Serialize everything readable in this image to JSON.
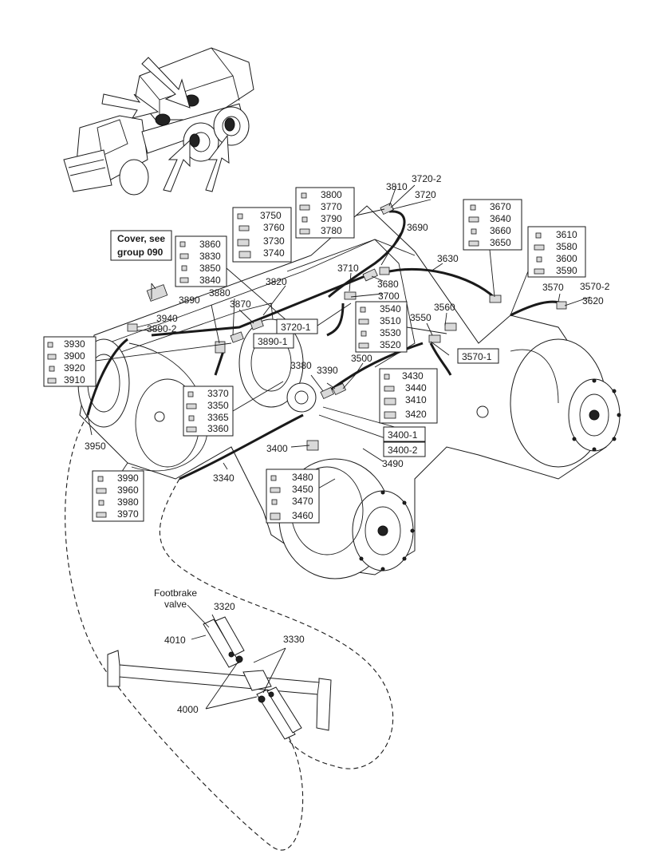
{
  "notes": {
    "cover_line1": "Cover, see",
    "cover_line2": "group 090",
    "footbrake_line1": "Footbrake",
    "footbrake_line2": "valve"
  },
  "callouts": {
    "c3930": "3930",
    "c3900": "3900",
    "c3920": "3920",
    "c3910": "3910",
    "c3860": "3860",
    "c3830": "3830",
    "c3850": "3850",
    "c3840": "3840",
    "c3750": "3750",
    "c3760": "3760",
    "c3730": "3730",
    "c3740": "3740",
    "c3800": "3800",
    "c3770": "3770",
    "c3790": "3790",
    "c3780": "3780",
    "c3670": "3670",
    "c3640": "3640",
    "c3660": "3660",
    "c3650": "3650",
    "c3610": "3610",
    "c3580": "3580",
    "c3600": "3600",
    "c3590": "3590",
    "c3540": "3540",
    "c3510": "3510",
    "c3530": "3530",
    "c3520": "3520",
    "c3430": "3430",
    "c3440": "3440",
    "c3410": "3410",
    "c3420": "3420",
    "c3370": "3370",
    "c3350": "3350",
    "c3365": "3365",
    "c3360": "3360",
    "c3990": "3990",
    "c3960": "3960",
    "c3980": "3980",
    "c3970": "3970",
    "c3480": "3480",
    "c3450": "3450",
    "c3470": "3470",
    "c3460": "3460",
    "c3720_1": "3720-1",
    "c3890_1": "3890-1",
    "c3570_1": "3570-1",
    "c3400_1": "3400-1",
    "c3400_2": "3400-2",
    "c3810": "3810",
    "c3720_2": "3720-2",
    "c3720": "3720",
    "c3690": "3690",
    "c3630": "3630",
    "c3680": "3680",
    "c3710": "3710",
    "c3700": "3700",
    "c3820": "3820",
    "c3880": "3880",
    "c3890": "3890",
    "c3870": "3870",
    "c3940": "3940",
    "c3890_2": "3890-2",
    "c3570": "3570",
    "c3570_2": "3570-2",
    "c3620": "3620",
    "c3560": "3560",
    "c3550": "3550",
    "c3500": "3500",
    "c3380": "3380",
    "c3390": "3390",
    "c3400": "3400",
    "c3490": "3490",
    "c3950": "3950",
    "c3340": "3340",
    "c3320": "3320",
    "c4010": "4010",
    "c3330": "3330",
    "c4000": "4000"
  }
}
